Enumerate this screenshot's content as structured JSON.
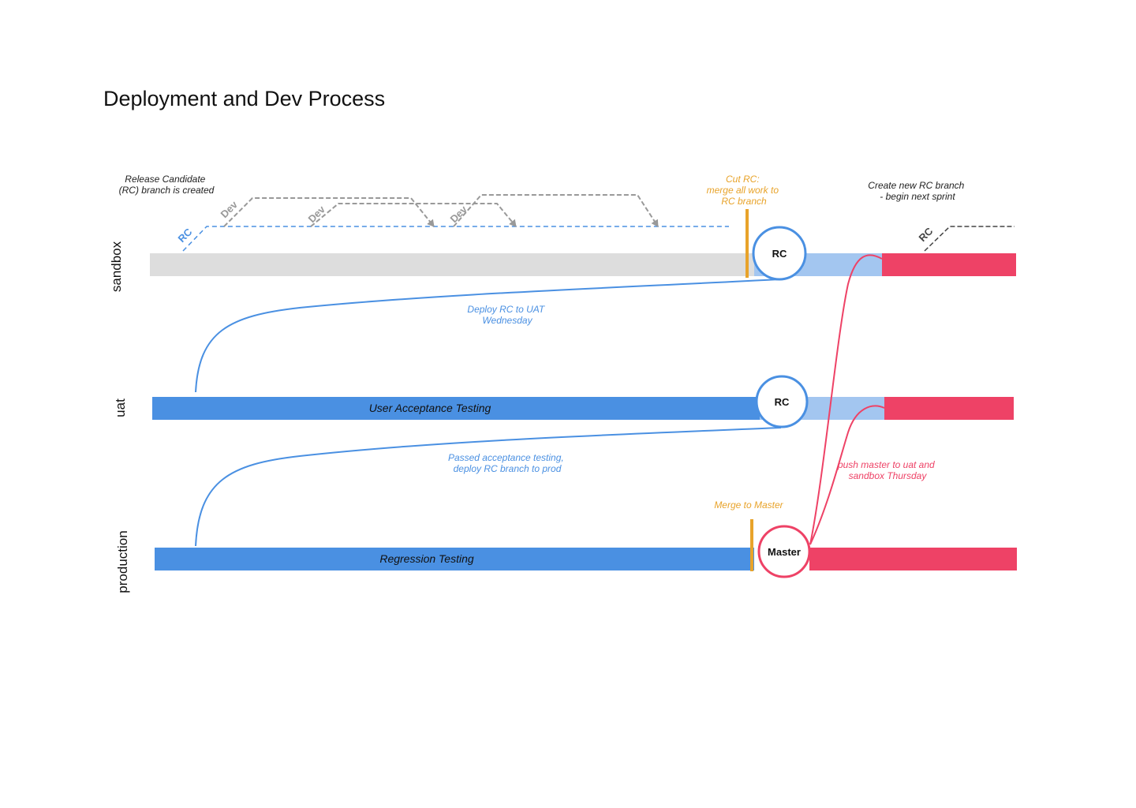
{
  "title": "Deployment and Dev Process",
  "colors": {
    "sandbox_bar": "#dddddd",
    "blue": "#4a90e2",
    "light_blue": "#a3c6f0",
    "red": "#ee4266",
    "orange": "#e8a32a",
    "grey": "#999999",
    "dark": "#444444"
  },
  "environments": [
    {
      "id": "sandbox",
      "label": "sandbox"
    },
    {
      "id": "uat",
      "label": "uat"
    },
    {
      "id": "production",
      "label": "production"
    }
  ],
  "notes": {
    "rc_created": [
      "Release Candidate",
      "(RC) branch is created"
    ],
    "cut_rc": [
      "Cut RC:",
      "merge all work to",
      "RC branch"
    ],
    "new_rc": [
      "Create new RC branch",
      " -  begin next sprint"
    ],
    "deploy_uat": [
      "Deploy RC to UAT",
      "Wednesday"
    ],
    "passed_uat": [
      "Passed acceptance testing,",
      "deploy RC branch to prod"
    ],
    "merge_master": "Merge to Master",
    "push_master": [
      "push master to uat and",
      "sandbox Thursday"
    ]
  },
  "bars": {
    "uat_label": "User Acceptance Testing",
    "production_label": "Regression Testing"
  },
  "circles": {
    "sandbox": "RC",
    "uat": "RC",
    "production": "Master"
  },
  "tags": {
    "rc": "RC",
    "dev": "Dev",
    "rc_new": "RC"
  }
}
